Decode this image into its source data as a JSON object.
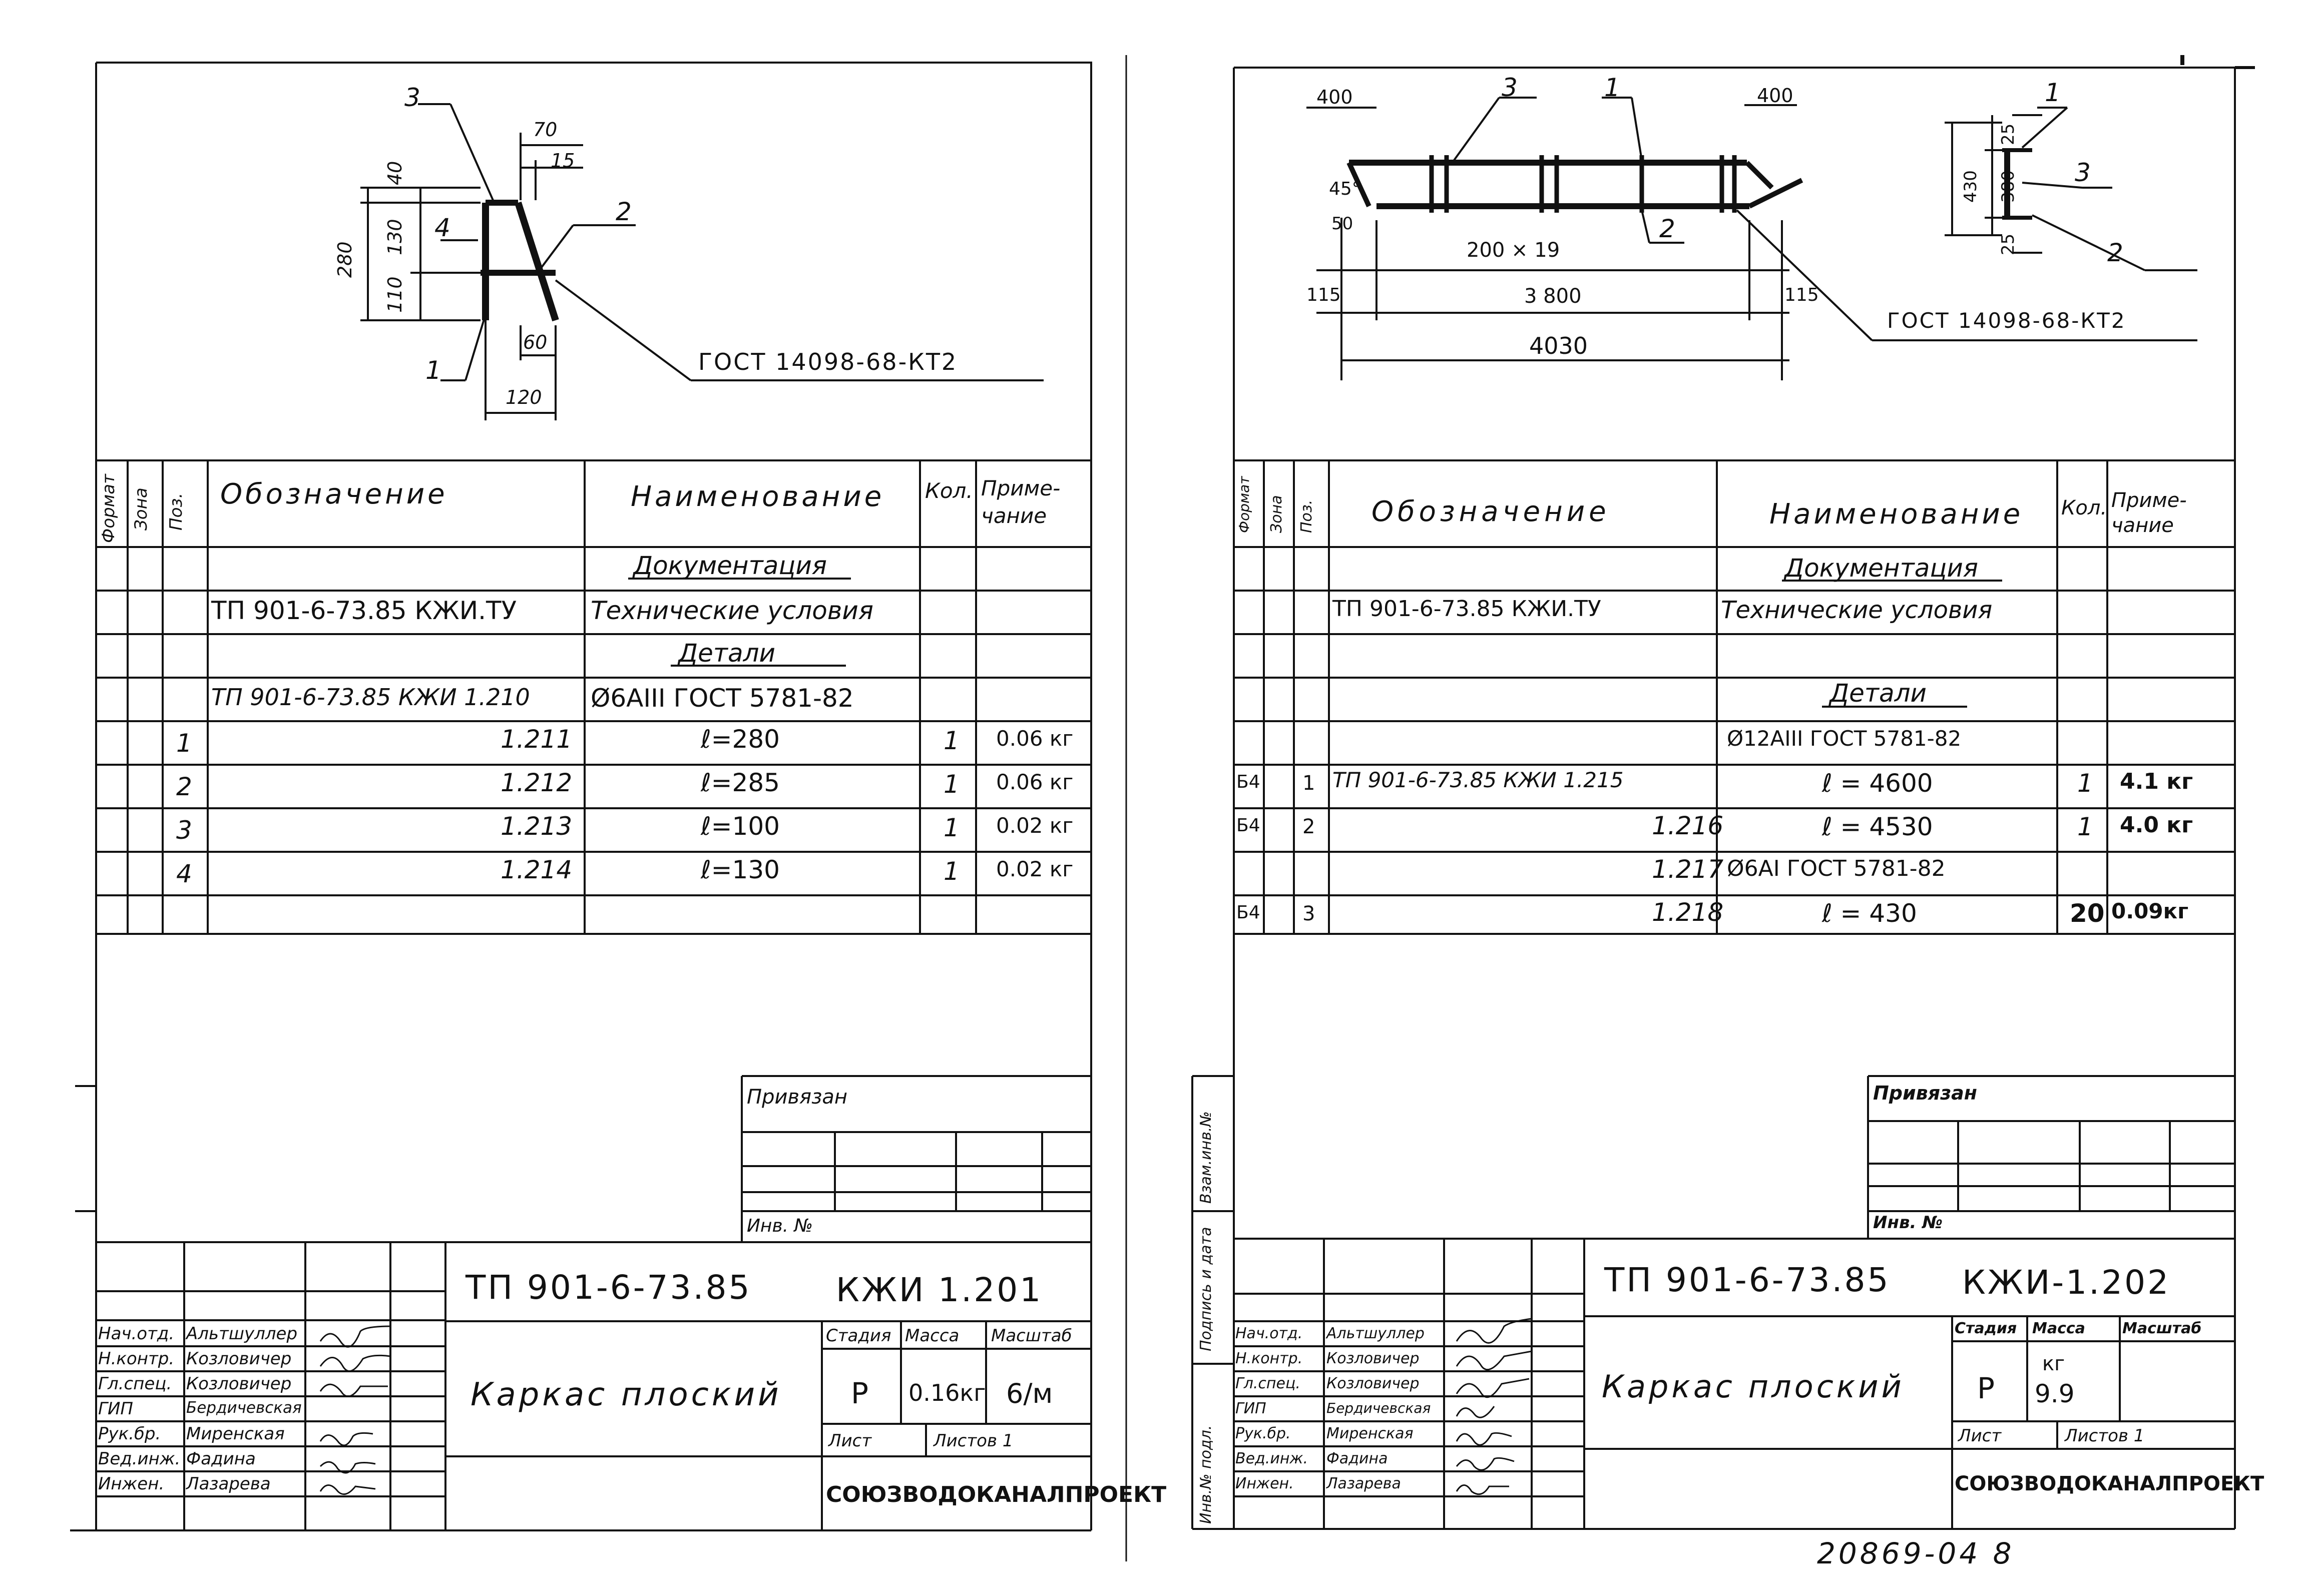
{
  "headers": {
    "format": "Формат",
    "zone": "Зона",
    "pos": "Поз.",
    "designation": "Обозначение",
    "name": "Наименование",
    "qty": "Кол.",
    "note_l1": "Приме-",
    "note_l2": "чание"
  },
  "labels": {
    "privyazan": "Привязан",
    "inv": "Инв. №",
    "stage": "Стадия",
    "mass": "Масса",
    "scale": "Масштаб",
    "list": "Лист",
    "sheets": "Листов 1",
    "org": "СОЮЗВОДОКАНАЛПРОЕКТ"
  },
  "roles": [
    {
      "role": "Нач.отд.",
      "person": "Альтшуллер"
    },
    {
      "role": "Н.контр.",
      "person": "Козловичер"
    },
    {
      "role": "Гл.спец.",
      "person": "Козловичер"
    },
    {
      "role": "ГИП",
      "person": "Бердичевская"
    },
    {
      "role": "Рук.бр.",
      "person": "Миренская"
    },
    {
      "role": "Вед.инж.",
      "person": "Фадина"
    },
    {
      "role": "Инжен.",
      "person": "Лазарева"
    }
  ],
  "left": {
    "gost": "ГОСТ 14098-68-КТ2",
    "dims": {
      "d70": "70",
      "d15": "15",
      "d40": "40",
      "d130": "130",
      "d280": "280",
      "d110": "110",
      "d60": "60",
      "d120": "120",
      "p1": "1",
      "p2": "2",
      "p3": "3",
      "p4": "4"
    },
    "rows": [
      {
        "des": "",
        "name": "Документация",
        "qty": "",
        "note": ""
      },
      {
        "des": "ТП 901-6-73.85   КЖИ.ТУ",
        "name": "Технические условия",
        "qty": "",
        "note": ""
      },
      {
        "des": "",
        "name": "Детали",
        "qty": "",
        "note": ""
      },
      {
        "des": "ТП 901-6-73.85 КЖИ 1.210",
        "name": "Ø6АIII ГОСТ 5781-82",
        "qty": "",
        "note": ""
      },
      {
        "pos": "1",
        "des": "1.211",
        "name": "ℓ=280",
        "qty": "1",
        "note": "0.06 кг"
      },
      {
        "pos": "2",
        "des": "1.212",
        "name": "ℓ=285",
        "qty": "1",
        "note": "0.06 кг"
      },
      {
        "pos": "3",
        "des": "1.213",
        "name": "ℓ=100",
        "qty": "1",
        "note": "0.02 кг"
      },
      {
        "pos": "4",
        "des": "1.214",
        "name": "ℓ=130",
        "qty": "1",
        "note": "0.02 кг"
      }
    ],
    "code": "ТП 901-6-73.85",
    "doc": "КЖИ 1.201",
    "title": "Каркас плоский",
    "stage": "Р",
    "mass": "0.16кг",
    "scale": "6/м"
  },
  "right": {
    "gost": "ГОСТ 14098-68-КТ2",
    "dims": {
      "d400a": "400",
      "d400b": "400",
      "d45": "45°",
      "d50": "50",
      "d200": "200 × 19",
      "d3800": "3 800",
      "d115a": "115",
      "d115b": "115",
      "d4030": "4030",
      "d25a": "25",
      "d380": "380",
      "d25b": "25",
      "d430": "430",
      "p1": "1",
      "p2": "2",
      "p3": "3",
      "s1": "1",
      "s2": "2",
      "s3": "3"
    },
    "rows": [
      {
        "fmt": "",
        "pos": "",
        "des": "",
        "name": "Документация",
        "qty": "",
        "note": ""
      },
      {
        "fmt": "",
        "pos": "",
        "des": "ТП 901-6-73.85       КЖИ.ТУ",
        "name": "Технические условия",
        "qty": "",
        "note": ""
      },
      {
        "fmt": "",
        "pos": "",
        "des": "",
        "name": "",
        "qty": "",
        "note": ""
      },
      {
        "fmt": "",
        "pos": "",
        "des": "",
        "name": "Детали",
        "qty": "",
        "note": ""
      },
      {
        "fmt": "",
        "pos": "",
        "des": "",
        "name": "Ø12АIII ГОСТ 5781-82",
        "qty": "",
        "note": ""
      },
      {
        "fmt": "Б4",
        "pos": "1",
        "des": "ТП 901-6-73.85   КЖИ 1.215",
        "name": "ℓ = 4600",
        "qty": "1",
        "note": "4.1 кг"
      },
      {
        "fmt": "Б4",
        "pos": "2",
        "des": "1.216",
        "name": "ℓ = 4530",
        "qty": "1",
        "note": "4.0 кг"
      },
      {
        "fmt": "",
        "pos": "",
        "des": "1.217",
        "name": "Ø6АI  ГОСТ 5781-82",
        "qty": "",
        "note": ""
      },
      {
        "fmt": "Б4",
        "pos": "3",
        "des": "1.218",
        "name": "ℓ = 430",
        "qty": "20",
        "note": "0.09кг"
      }
    ],
    "code": "ТП 901-6-73.85",
    "doc": "КЖИ-1.202",
    "title": "Каркас плоский",
    "stage": "Р",
    "mass_unit": "кг",
    "mass": "9.9",
    "side_stamps": [
      "Инв.№ подл.",
      "Подпись и дата",
      "Взам.инв.№"
    ]
  },
  "footer_number": "20869-04   8"
}
